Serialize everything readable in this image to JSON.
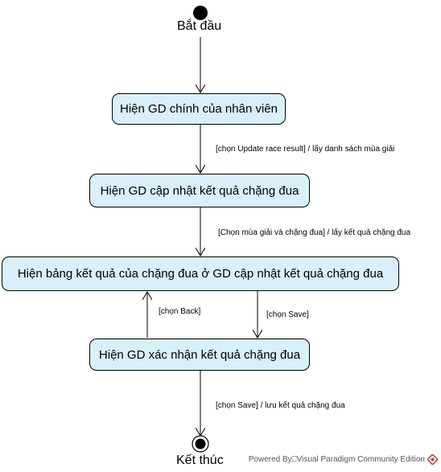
{
  "diagram": {
    "start_label": "Bắt đầu",
    "end_label": "Kết thúc",
    "states": {
      "s1": "Hiện GD chính của nhân viên",
      "s2": "Hiện GD cập nhật kết quả chặng đua",
      "s3": "Hiện bảng kết quả của chặng đua ở GD cập nhật kết quả chặng đua",
      "s4": "Hiện GD xác nhận kết quả chặng đua"
    },
    "transitions": {
      "t1": "[chọn Update race result] / lấy danh sách mùa giải",
      "t2": "[Chọn mùa giải và chặng đua] / lấy kết quả chặng đua",
      "t3": "[chọn Back]",
      "t4": "[chọn Save]",
      "t5": "[chọn Save] / lưu kết quả chặng đua"
    },
    "colors": {
      "state_fill": "#d9eff9",
      "line": "#000000"
    }
  },
  "footer": {
    "text": "Powered By⎕Visual Paradigm Community Edition",
    "logo_icon": "visual-paradigm-logo-icon"
  }
}
